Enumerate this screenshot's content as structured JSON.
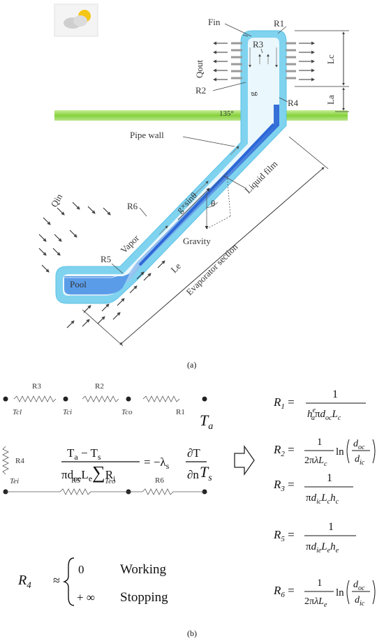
{
  "diagram_a": {
    "labels": {
      "fin": "Fin",
      "r1": "R1",
      "r3": "R3",
      "qout": "Qout",
      "lc": "Lc",
      "r2": "R2",
      "g": "g",
      "r4": "R4",
      "la": "La",
      "angle": "135°",
      "pipe_wall": "Pipe wall",
      "r6": "R6",
      "g_sin": "g×sinθ",
      "theta": "θ",
      "liquid_film": "Liquid film",
      "qin": "Qin",
      "vapor": "Vapor",
      "gravity": "Gravity",
      "r5": "R5",
      "pool": "Pool",
      "le": "Le",
      "evaporator": "Evaporator section"
    },
    "caption": "(a)"
  },
  "diagram_b": {
    "nodes": {
      "tcl": "Tcl",
      "tci": "Tci",
      "tco": "Tco",
      "tei": "Tei",
      "teo": "Teo"
    },
    "resistors": {
      "r1": "R1",
      "r2": "R2",
      "r3": "R3",
      "r4": "R4",
      "r5": "R5",
      "r6": "R6"
    },
    "ta": "T",
    "ta_sub": "a",
    "ts": "T",
    "ts_sub": "s",
    "equation": {
      "num": "T",
      "num_a": "a",
      "num_minus": " − T",
      "num_s": "s",
      "den": "πd",
      "den_oe": "oe",
      "den_L": "L",
      "den_e": "e",
      "den_sum": "∑",
      "den_R": "R",
      "den_i": "i",
      "equals": "= −λ",
      "lambda_sub": "s",
      "dT": "∂T",
      "dn": "∂n"
    },
    "r4_cases": {
      "lhs": "R",
      "lhs_sub": "4",
      "approx": "≈",
      "case1_val": "0",
      "case1_label": "Working",
      "case2_val": "+ ∞",
      "case2_label": "Stopping"
    },
    "formulas": {
      "r1": {
        "lhs": "R",
        "sub": "1",
        "num": "1"
      },
      "r2": {
        "lhs": "R",
        "sub": "2",
        "num": "1"
      },
      "r3": {
        "lhs": "R",
        "sub": "3",
        "num": "1"
      },
      "r5": {
        "lhs": "R",
        "sub": "5",
        "num": "1"
      },
      "r6": {
        "lhs": "R",
        "sub": "6",
        "num": "1"
      },
      "ln": "ln"
    },
    "caption": "(b)"
  },
  "colors": {
    "pipe_outer": "#7fd3ef",
    "pipe_inner": "#e8f6fb",
    "liquid": "#2f6fe0",
    "ground": "#8fd84a",
    "fin": "#9a9a9a"
  }
}
